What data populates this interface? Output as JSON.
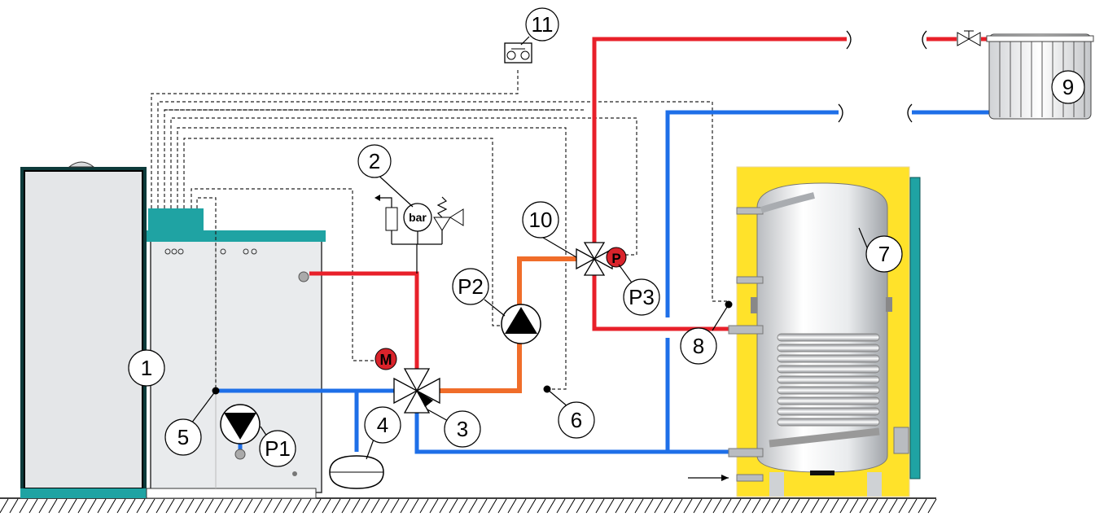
{
  "labels": {
    "n1": "1",
    "n2": "2",
    "n3": "3",
    "n4": "4",
    "n5": "5",
    "n6": "6",
    "n7": "7",
    "n8": "8",
    "n9": "9",
    "n10": "10",
    "n11": "11",
    "p1": "P1",
    "p2": "P2",
    "p3": "P3"
  },
  "gauge_text": "bar",
  "mixing_motor_text": "M",
  "pressure_sensor_text": "P",
  "colors": {
    "hot_pipe": "#e8202a",
    "cold_pipe": "#1e6fe8",
    "boiler_teal": "#1fa3a3",
    "insulation_yellow": "#ffe22a",
    "motor_red": "#d9232b"
  }
}
